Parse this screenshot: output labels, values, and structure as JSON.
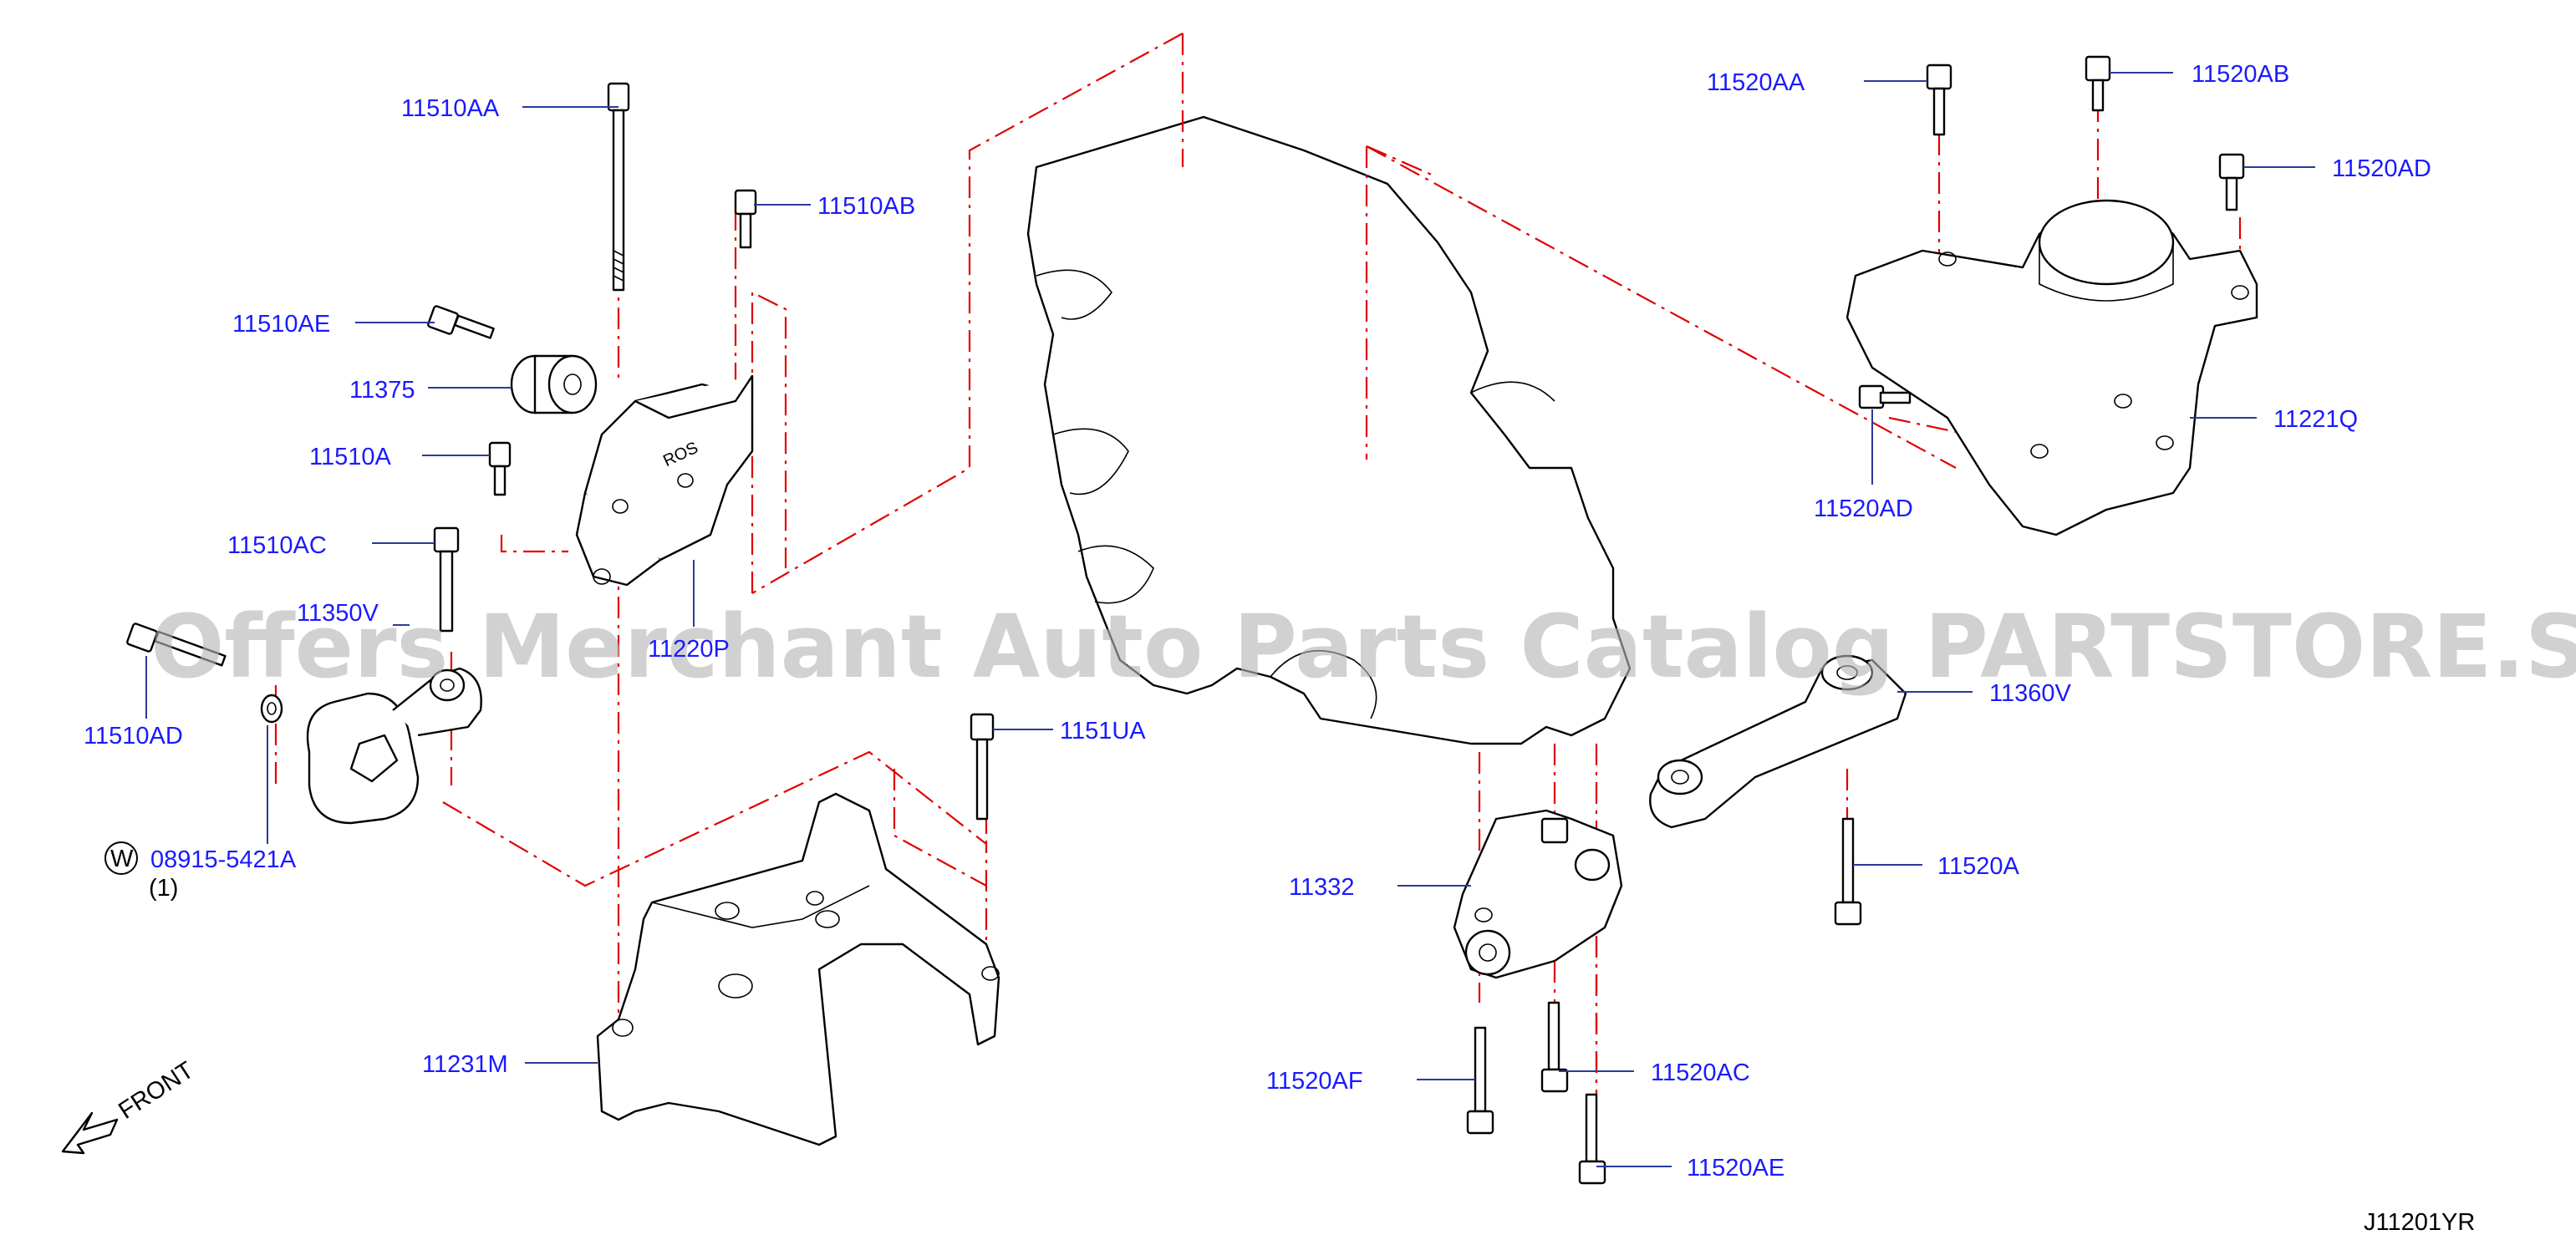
{
  "labels": {
    "l_11510AA": "11510AA",
    "l_11510AB": "11510AB",
    "l_11510AE": "11510AE",
    "l_11375": "11375",
    "l_11510A": "11510A",
    "l_11510AC": "11510AC",
    "l_11350V": "11350V",
    "l_11220P": "11220P",
    "l_11510AD": "11510AD",
    "l_08915": "08915-5421A",
    "l_qty": "(1)",
    "l_1151UA": "1151UA",
    "l_11231M": "11231M",
    "l_11520AA": "11520AA",
    "l_11520AB": "11520AB",
    "l_11520AD_a": "11520AD",
    "l_11520AD_b": "11520AD",
    "l_11221Q": "11221Q",
    "l_11360V": "11360V",
    "l_11332": "11332",
    "l_11520A": "11520A",
    "l_11520AF": "11520AF",
    "l_11520AC": "11520AC",
    "l_11520AE": "11520AE"
  },
  "washer_symbol": "W",
  "front_label": "FRONT",
  "diagram_code": "J11201YR",
  "watermark": "Offers Merchant Auto Parts Catalog PARTSTORE.SA",
  "colors": {
    "label": "#1a1aff",
    "leader": "#2a3a9a",
    "assembly_line": "#e00000",
    "outline": "#000000",
    "watermark": "#b4b4b4"
  }
}
